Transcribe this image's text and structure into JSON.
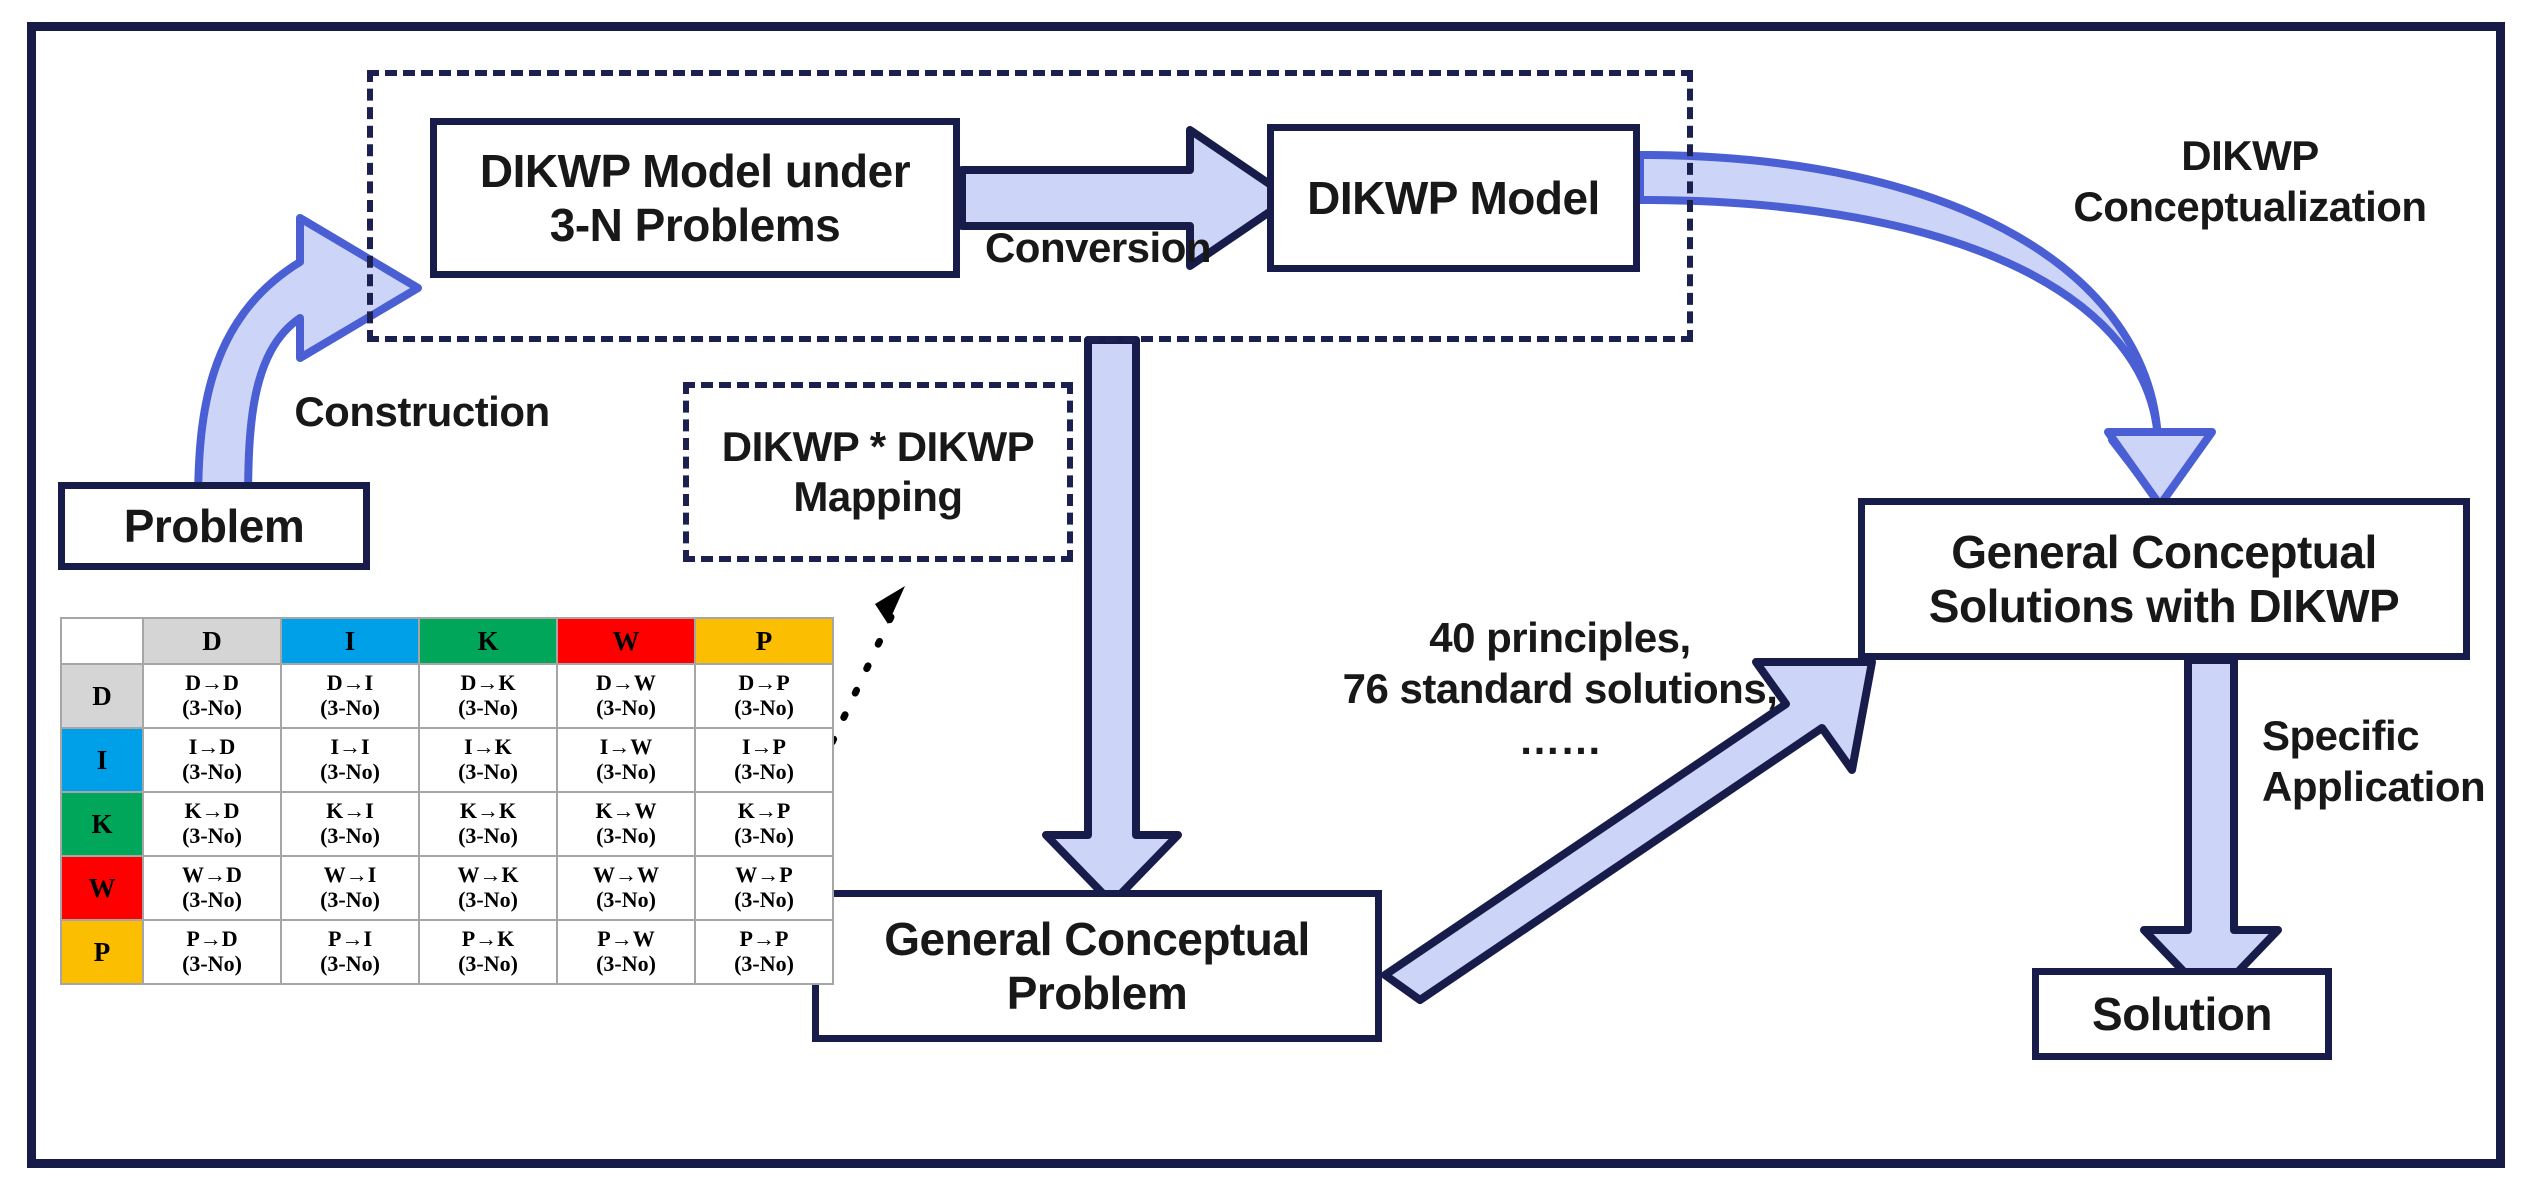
{
  "diagram": {
    "title": "DIKWP Model Problem-Solving Flow",
    "colors": {
      "arrow_fill": "#ccd4f7",
      "arrow_stroke": "#1b2050",
      "curve_stroke": "#4a5fd4",
      "box_border": "#171c4a",
      "frame": "#161c47",
      "D": "#d5d5d5",
      "I": "#00a0e9",
      "K": "#00a65a",
      "W": "#ff0000",
      "P": "#fbbe00"
    }
  },
  "nodes": {
    "dikwp_3n": "DIKWP Model under\n3-N Problems",
    "dikwp_model": "DIKWP Model",
    "problem": "Problem",
    "mapping": "DIKWP * DIKWP\nMapping",
    "general_conceptual_problem": "General Conceptual\nProblem",
    "general_conceptual_solutions": "General Conceptual\nSolutions with DIKWP",
    "solution": "Solution"
  },
  "edge_labels": {
    "construction": "Construction",
    "conversion": "Conversion",
    "conceptualization": "DIKWP\nConceptualization",
    "principles": "40 principles,\n76 standard solutions,\n……",
    "specific_application": "Specific\nApplication"
  },
  "matrix": {
    "corner": "",
    "columns": [
      "D",
      "I",
      "K",
      "W",
      "P"
    ],
    "rows": [
      "D",
      "I",
      "K",
      "W",
      "P"
    ],
    "suffix": "(3-No)",
    "cells": [
      [
        "D→D",
        "D→I",
        "D→K",
        "D→W",
        "D→P"
      ],
      [
        "I→D",
        "I→I",
        "I→K",
        "I→W",
        "I→P"
      ],
      [
        "K→D",
        "K→I",
        "K→K",
        "K→W",
        "K→P"
      ],
      [
        "W→D",
        "W→I",
        "W→K",
        "W→W",
        "W→P"
      ],
      [
        "P→D",
        "P→I",
        "P→K",
        "P→W",
        "P→P"
      ]
    ],
    "cell_lines": [
      [
        [
          "D→D",
          "(3-No)"
        ],
        [
          "D→I",
          "(3-No)"
        ],
        [
          "D→K",
          "(3-No)"
        ],
        [
          "D→W",
          "(3-No)"
        ],
        [
          "D→P",
          "(3-No)"
        ]
      ],
      [
        [
          "I→D",
          "(3-No)"
        ],
        [
          "I→I",
          "(3-No)"
        ],
        [
          "I→K",
          "(3-No)"
        ],
        [
          "I→W",
          "(3-No)"
        ],
        [
          "I→P",
          "(3-No)"
        ]
      ],
      [
        [
          "K→D",
          "(3-No)"
        ],
        [
          "K→I",
          "(3-No)"
        ],
        [
          "K→K",
          "(3-No)"
        ],
        [
          "K→W",
          "(3-No)"
        ],
        [
          "K→P",
          "(3-No)"
        ]
      ],
      [
        [
          "W→D",
          "(3-No)"
        ],
        [
          "W→I",
          "(3-No)"
        ],
        [
          "W→K",
          "(3-No)"
        ],
        [
          "W→W",
          "(3-No)"
        ],
        [
          "W→P",
          "(3-No)"
        ]
      ],
      [
        [
          "P→D",
          "(3-No)"
        ],
        [
          "P→I",
          "(3-No)"
        ],
        [
          "P→K",
          "(3-No)"
        ],
        [
          "P→W",
          "(3-No)"
        ],
        [
          "P→P",
          "(3-No)"
        ]
      ]
    ]
  }
}
